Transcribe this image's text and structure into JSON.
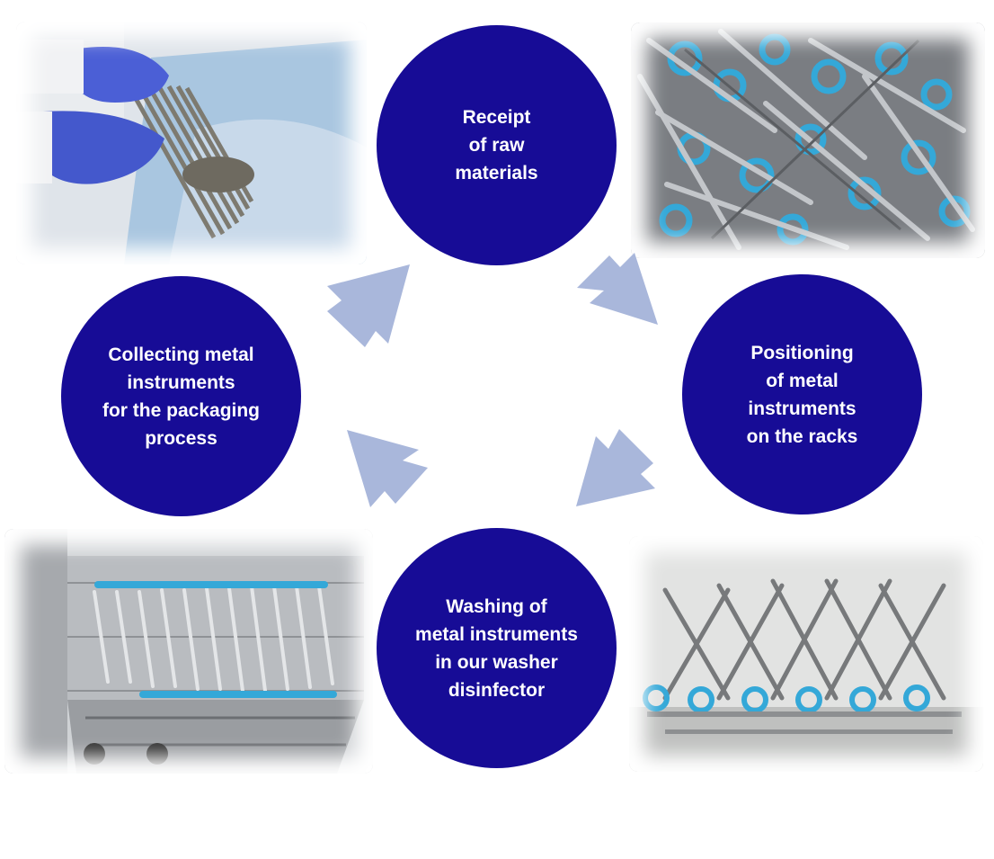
{
  "colors": {
    "circle_fill": "#170c96",
    "circle_text": "#ffffff",
    "arrow_fill": "#a9b7db",
    "background": "#ffffff",
    "glove_blue": "#4b5fd6",
    "tray_blue": "#34a8d8",
    "steel_gray": "#8c8f93"
  },
  "steps": [
    {
      "id": "receipt",
      "lines": [
        "Receipt",
        "of raw",
        "materials"
      ]
    },
    {
      "id": "position",
      "lines": [
        "Positioning",
        "of metal",
        "instruments",
        "on the racks"
      ]
    },
    {
      "id": "wash",
      "lines": [
        "Washing of",
        "metal instruments",
        "in our washer",
        "disinfector"
      ]
    },
    {
      "id": "collect",
      "lines": [
        "Collecting metal",
        "instruments",
        "for the packaging",
        "process"
      ]
    }
  ],
  "photos": [
    {
      "id": "gloves",
      "subject": "gloved hands holding metal instruments on blue wrap"
    },
    {
      "id": "scissors",
      "subject": "pile of scissors with blue rings"
    },
    {
      "id": "washer",
      "subject": "instruments on racks inside washer disinfector"
    },
    {
      "id": "rack",
      "subject": "instruments positioned on a metal rack"
    }
  ],
  "arrows": [
    "receipt-to-position",
    "position-to-wash",
    "wash-to-collect",
    "collect-to-receipt"
  ]
}
